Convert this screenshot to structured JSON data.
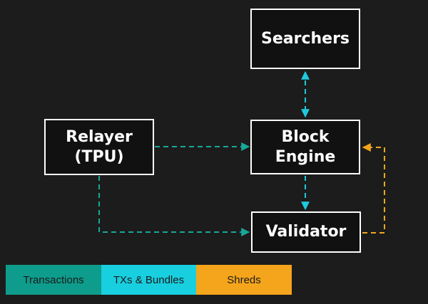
{
  "nodes": {
    "searchers": "Searchers",
    "block_engine": "Block\nEngine",
    "relayer": "Relayer\n(TPU)",
    "validator": "Validator"
  },
  "legend": [
    {
      "label": "Transactions",
      "color": "#0e9c8c"
    },
    {
      "label": "TXs & Bundles",
      "color": "#18cfe0"
    },
    {
      "label": "Shreds",
      "color": "#f5a51c"
    }
  ],
  "edges": [
    {
      "from": "searchers",
      "to": "block_engine",
      "type": "TXs & Bundles",
      "bidirectional": true
    },
    {
      "from": "relayer",
      "to": "block_engine",
      "type": "Transactions"
    },
    {
      "from": "block_engine",
      "to": "validator",
      "type": "TXs & Bundles"
    },
    {
      "from": "relayer",
      "to": "validator",
      "type": "Transactions"
    },
    {
      "from": "validator",
      "to": "block_engine",
      "type": "Shreds"
    }
  ]
}
